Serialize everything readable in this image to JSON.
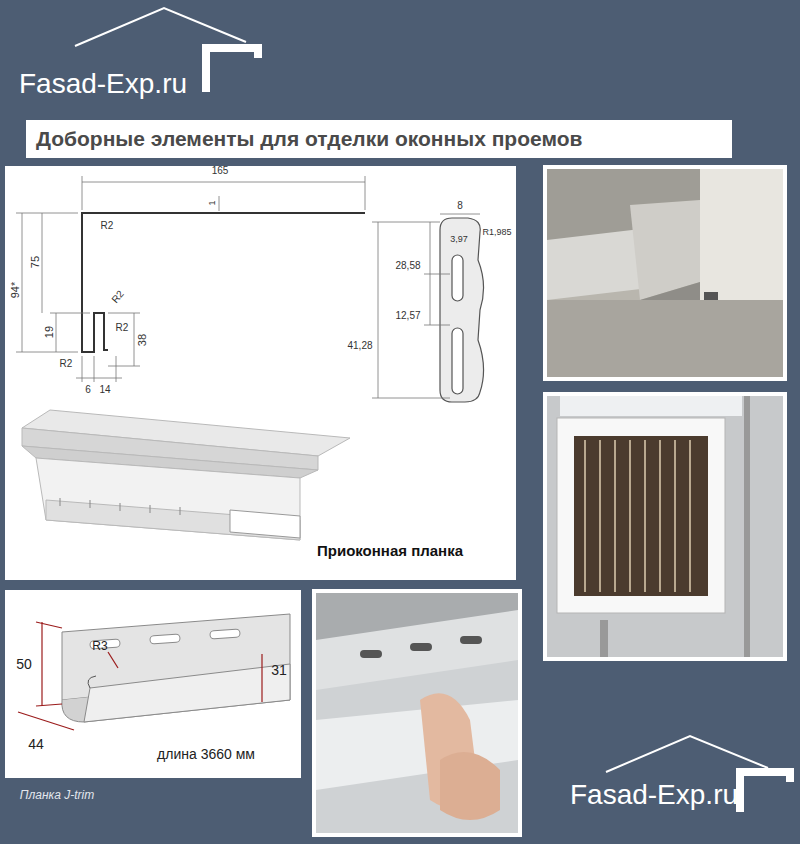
{
  "diagram": {
    "title": "Доборные элементы для отделки оконных проемов",
    "labels": [
      "Fasad-Exp.ru",
      "165",
      "1",
      "R2",
      "75",
      "94*",
      "19",
      "R2",
      "R2",
      "R2",
      "38",
      "6",
      "14",
      "8",
      "R1,985",
      "3,97",
      "28,58",
      "12,57",
      "41,28",
      "Приоконная планка",
      "50",
      "R3",
      "31",
      "44",
      "длина 3660 мм",
      "Планка J-trim",
      "Fasad-Exp.ru"
    ]
  }
}
